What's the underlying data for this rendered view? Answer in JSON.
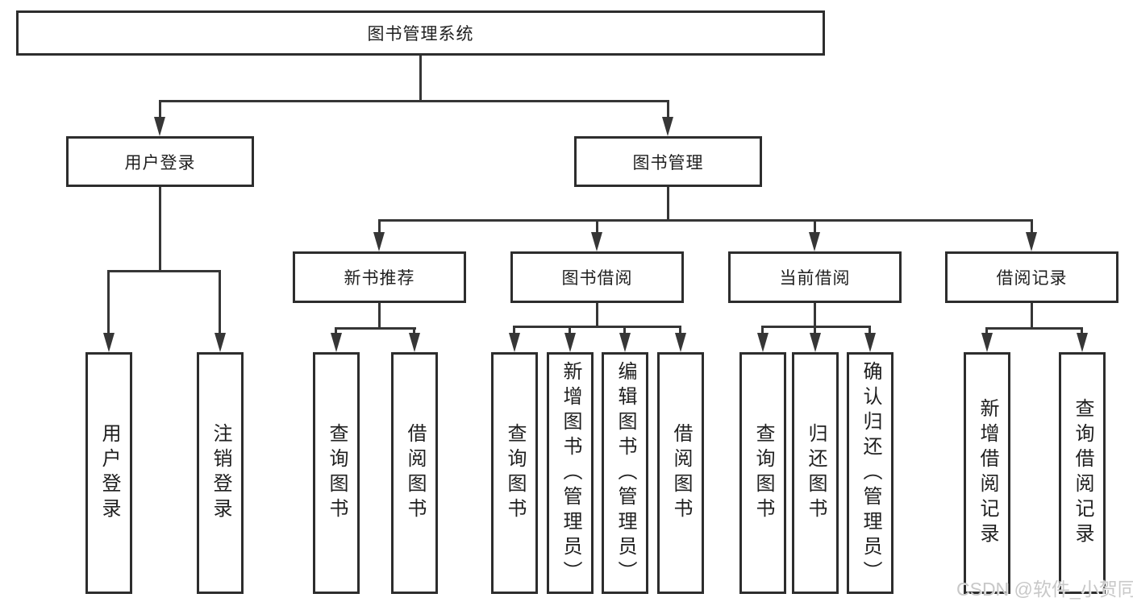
{
  "nodes": {
    "root": "图书管理系统",
    "user_login": "用户登录",
    "book_mgmt": "图书管理",
    "new_book_rec": "新书推荐",
    "book_borrow": "图书借阅",
    "current_borrow": "当前借阅",
    "borrow_record": "借阅记录"
  },
  "leaves": {
    "user_login": [
      "用户登录",
      "注销登录"
    ],
    "new_book_rec": [
      "查询图书",
      "借阅图书"
    ],
    "book_borrow": [
      "查询图书",
      "新增图书（管理员）",
      "编辑图书（管理员）",
      "借阅图书"
    ],
    "current_borrow": [
      "查询图书",
      "归还图书",
      "确认归还（管理员）"
    ],
    "borrow_record": [
      "新增借阅记录",
      "查询借阅记录"
    ]
  },
  "watermark": "CSDN @软件_小贺同学",
  "colors": {
    "line": "#363636",
    "box_border": "#2d2d2d",
    "box_fill": "#ffffff",
    "text": "#1f1f1f",
    "watermark": "#c8c8c8",
    "background": "#ffffff"
  }
}
